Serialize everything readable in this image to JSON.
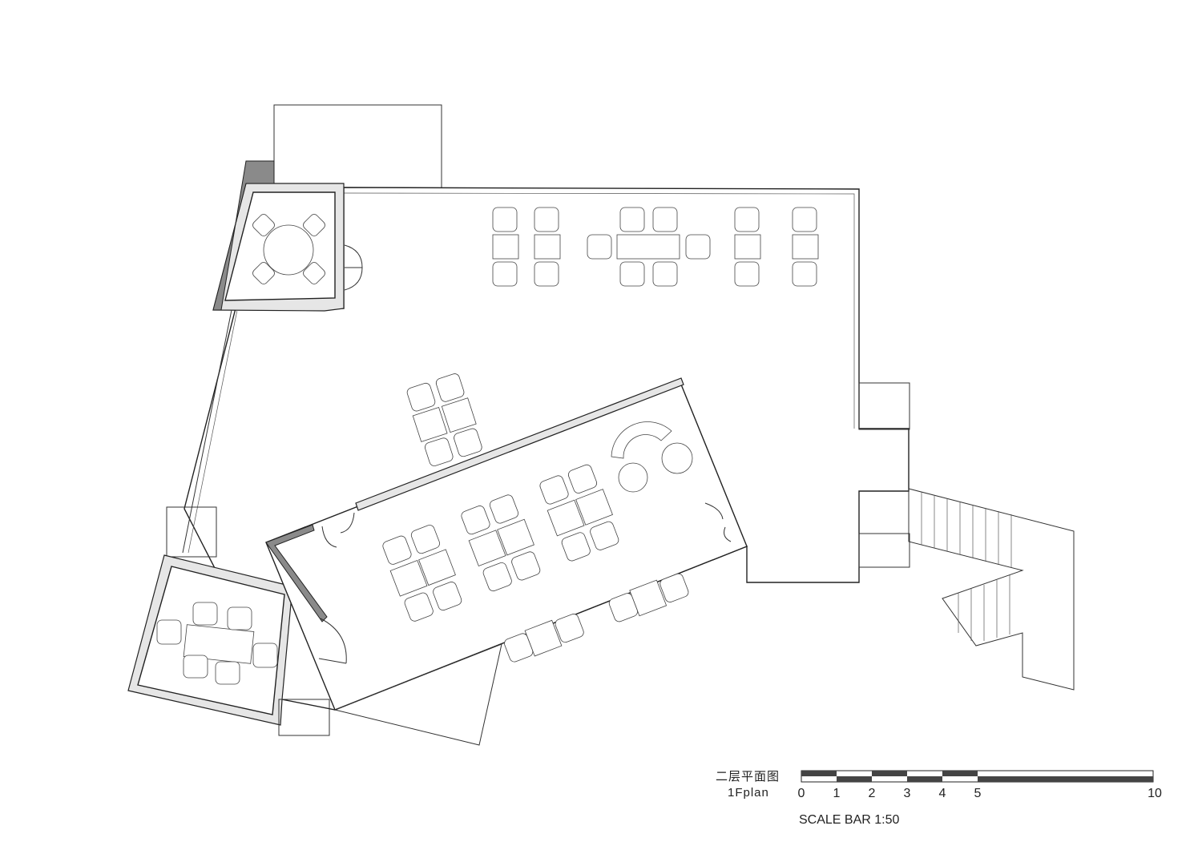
{
  "legend": {
    "title_cn": "二层平面图",
    "title_en": "1Fplan",
    "scale_caption": "SCALE BAR 1:50"
  },
  "scale_bar": {
    "ticks": [
      "0",
      "1",
      "2",
      "3",
      "4",
      "5",
      "10"
    ]
  },
  "colors": {
    "line": "#222222",
    "wall_fill": "#e6e6e6",
    "dark_wall": "#8a8a8a",
    "scale_dark": "#444444"
  }
}
